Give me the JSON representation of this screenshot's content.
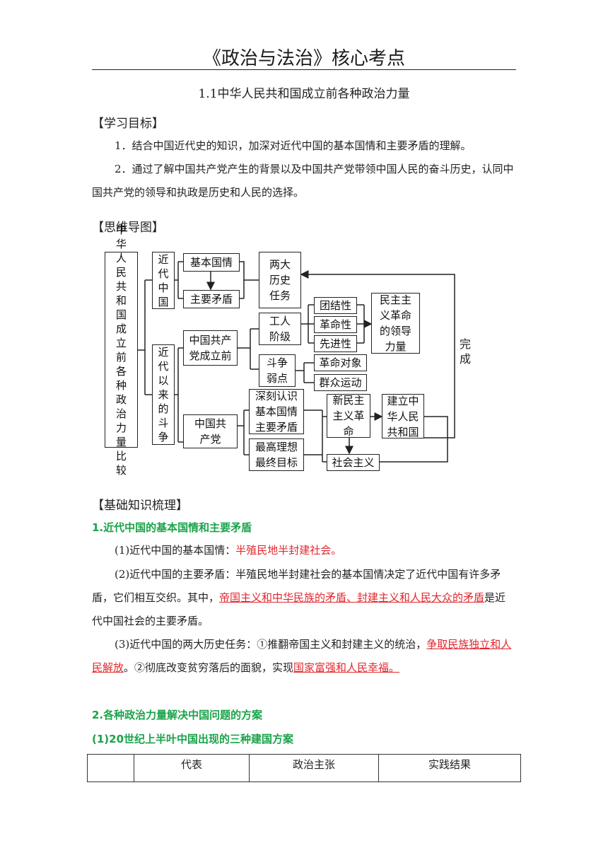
{
  "title": "《政治与法治》核心考点",
  "section_title": "1.1中华人民共和国成立前各种政治力量",
  "headings": {
    "objectives": "【学习目标】",
    "mindmap": "【思维导图】",
    "knowledge": "【基础知识梳理】"
  },
  "objectives": [
    "1．结合中国近代史的知识，加深对近代中国的基本国情和主要矛盾的理解。",
    "2．通过了解中国共产党产生的背景以及中国共产党带领中国人民的奋斗历史，认同中国共产党的领导和执政是历史和人民的选择。"
  ],
  "mindmap": {
    "root": "中华人民共和国成立前各种政治力量比较",
    "modern_china": "近代中国",
    "basic_conditions": "基本国情",
    "main_contradiction": "主要矛盾",
    "two_tasks": "两大历史任务",
    "modern_struggle": "近代以来的斗争",
    "before_party": "中国共产党成立前",
    "working_class": "工人阶级",
    "solidarity": "团结性",
    "revolutionary": "革命性",
    "advanced": "先进性",
    "leadership": "民主主义革命的领导力量",
    "weakness": "斗争弱点",
    "revolution_target": "革命对象",
    "mass_movement": "群众运动",
    "cpc": "中国共产党",
    "deep_understanding": "深刻认识基本国情主要矛盾",
    "highest_ideal": "最高理想最终目标",
    "new_democratic": "新民主主义革命",
    "found_prc": "建立中华人民共和国",
    "socialism": "社会主义",
    "complete": "完成"
  },
  "knowledge": {
    "s1_title": "1.近代中国的基本国情和主要矛盾",
    "p1_prefix": "(1)近代中国的基本国情：",
    "p1_red": "半殖民地半封建社会。",
    "p2_prefix": "(2)近代中国的主要矛盾：半殖民地半封建社会的基本国情决定了近代中国有许多矛盾，它们相互交织。其中，",
    "p2_red": "帝国主义和中华民族的矛盾、封建主义和人民大众的矛盾",
    "p2_suffix": "是近代中国社会的主要矛盾。",
    "p3_prefix": "(3)近代中国的两大历史任务：①推翻帝国主义和封建主义的统治，",
    "p3_red1": "争取民族独立和人民解放",
    "p3_mid": "。②彻底改变贫穷落后的面貌，实现",
    "p3_red2": "国家富强和人民幸福。",
    "s2_title": "2.各种政治力量解决中国问题的方案",
    "s2_sub": "(1)20世纪上半叶中国出现的三种建国方案"
  },
  "table": {
    "headers": [
      "",
      "代表",
      "政治主张",
      "实践结果"
    ]
  },
  "colors": {
    "green_heading": "#1aa34a",
    "red_answer": "#e0282e"
  }
}
